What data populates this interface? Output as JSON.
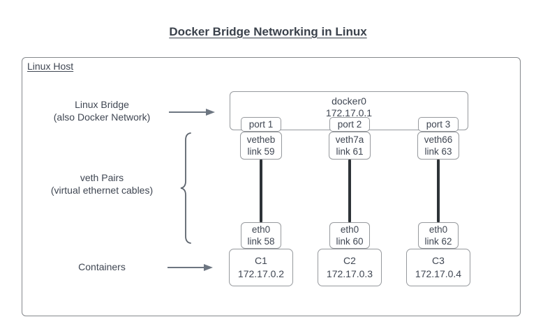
{
  "title": "Docker Bridge Networking in Linux",
  "host": {
    "label": "Linux Host"
  },
  "bridge": {
    "name": "docker0",
    "ip": "172.17.0.1"
  },
  "annotations": {
    "bridge_label_line1": "Linux Bridge",
    "bridge_label_line2": "(also Docker Network)",
    "veth_label_line1": "veth Pairs",
    "veth_label_line2": "(virtual ethernet cables)",
    "containers_label": "Containers"
  },
  "columns": [
    {
      "port": "port 1",
      "veth_name": "vetheb",
      "veth_link": "link 59",
      "eth_name": "eth0",
      "eth_link": "link 58",
      "container_name": "C1",
      "container_ip": "172.17.0.2"
    },
    {
      "port": "port 2",
      "veth_name": "veth7a",
      "veth_link": "link 61",
      "eth_name": "eth0",
      "eth_link": "link 60",
      "container_name": "C2",
      "container_ip": "172.17.0.3"
    },
    {
      "port": "port 3",
      "veth_name": "veth66",
      "veth_link": "link 63",
      "eth_name": "eth0",
      "eth_link": "link 62",
      "container_name": "C3",
      "container_ip": "172.17.0.4"
    }
  ],
  "colors": {
    "text": "#3f4652",
    "box_border": "#96999d",
    "host_border": "#85888c",
    "cable": "#2e3338",
    "arrow": "#6d7681",
    "brace": "#5d646d"
  }
}
